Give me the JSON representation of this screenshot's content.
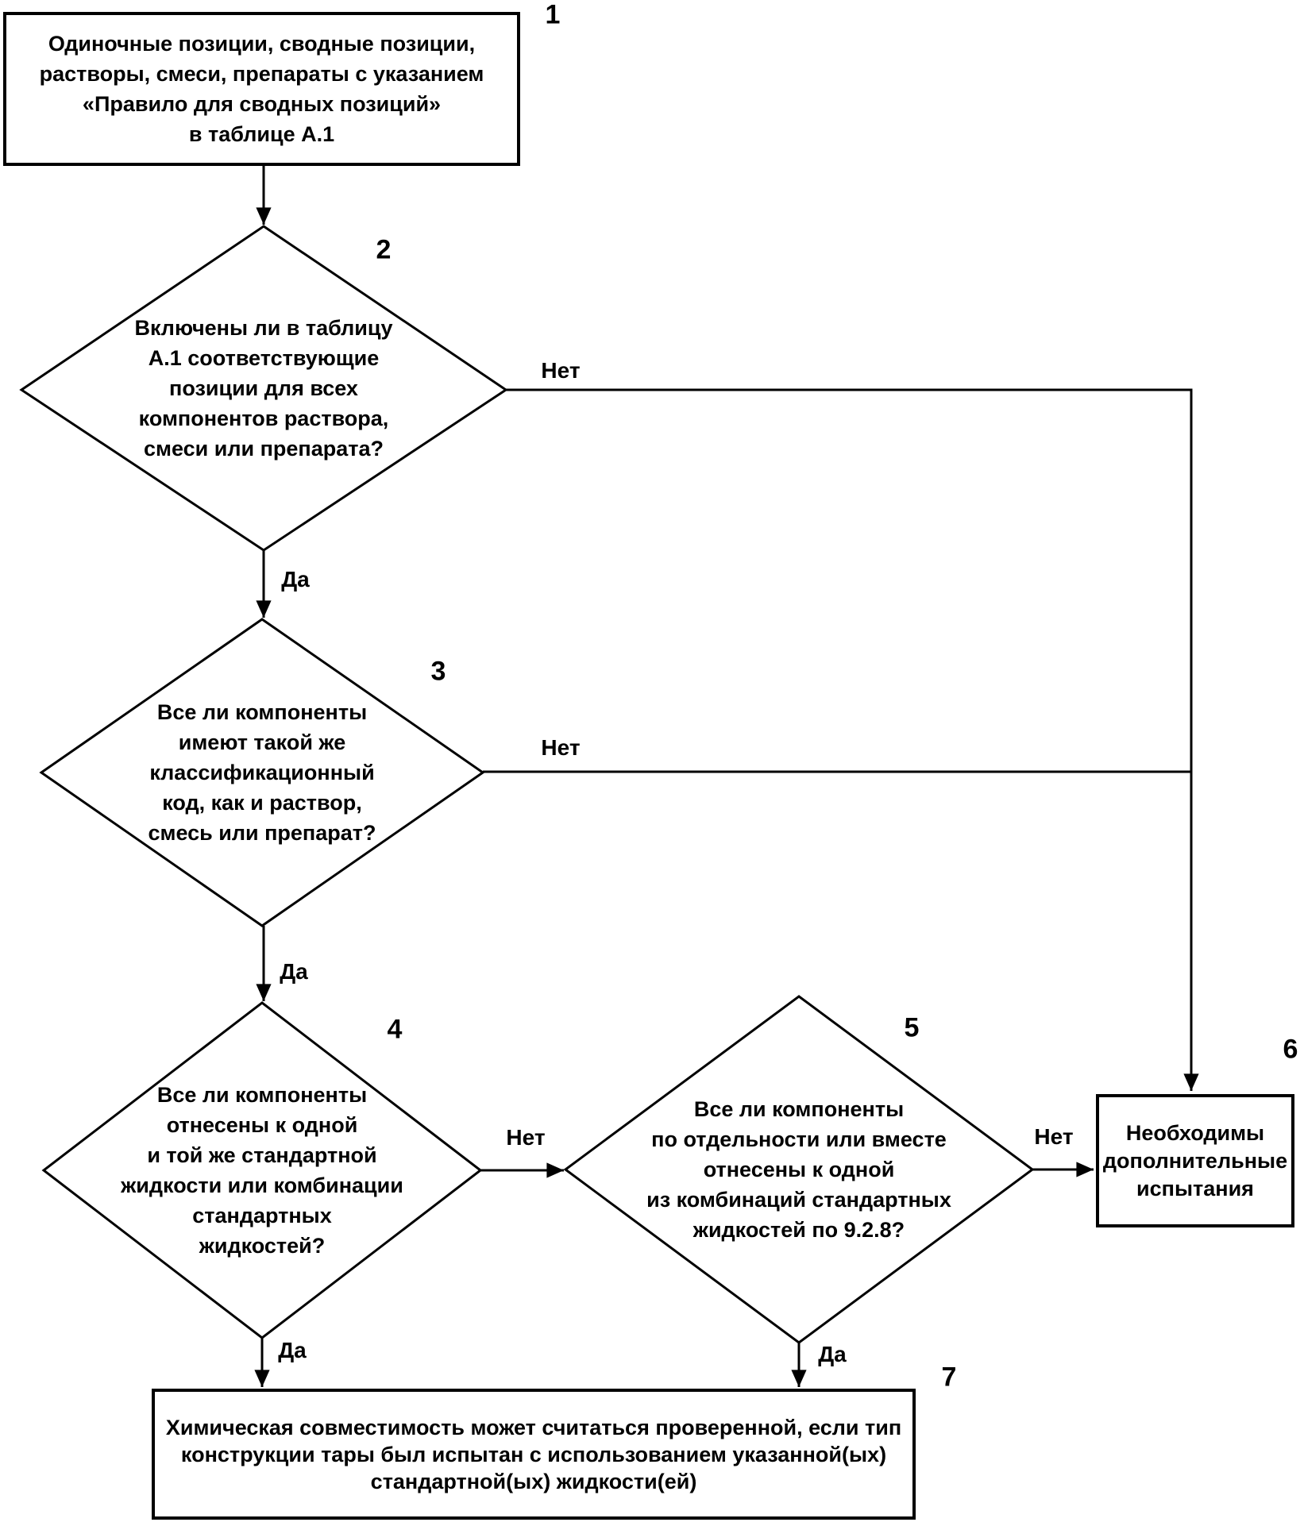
{
  "colors": {
    "ink": "#000000",
    "paper": "#ffffff"
  },
  "flowchart": {
    "box1": {
      "number": "1",
      "text": "Одиночные позиции, сводные позиции,\nрастворы, смеси, препараты с указанием\n«Правило для сводных позиций»\nв таблице А.1"
    },
    "d2": {
      "number": "2",
      "text": "Включены ли в таблицу\nА.1 соответствующие\nпозиции для всех\nкомпонентов раствора,\nсмеси или препарата?",
      "yes": "Да",
      "no": "Нет"
    },
    "d3": {
      "number": "3",
      "text": "Все ли компоненты\nимеют такой же\nклассификационный\nкод, как и раствор,\nсмесь или препарат?",
      "yes": "Да",
      "no": "Нет"
    },
    "d4": {
      "number": "4",
      "text": "Все ли компоненты\nотнесены к одной\nи той же стандартной\nжидкости или комбинации\nстандартных\nжидкостей?",
      "yes": "Да",
      "no": "Нет"
    },
    "d5": {
      "number": "5",
      "text": "Все ли компоненты\nпо отдельности или вместе\nотнесены к одной\nиз комбинаций стандартных\nжидкостей по 9.2.8?",
      "yes": "Да",
      "no": "Нет"
    },
    "box6": {
      "number": "6",
      "text": "Необходимы\nдополнительные\nиспытания"
    },
    "box7": {
      "number": "7",
      "text": "Химическая совместимость может считаться проверенной, если тип\nконструкции тары был испытан с использованием указанной(ых)\nстандартной(ых) жидкости(ей)"
    }
  }
}
